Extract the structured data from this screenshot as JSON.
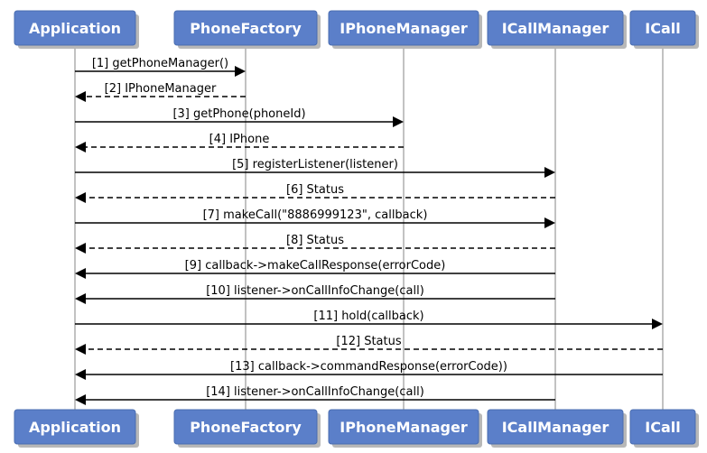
{
  "colors": {
    "box_fill": "#5b7fc9",
    "box_border": "#4a6db0",
    "shadow": "#b8b8b8",
    "lifeline": "#9a9a9a",
    "arrow": "#000000"
  },
  "participants": [
    {
      "id": "app",
      "label": "Application"
    },
    {
      "id": "factory",
      "label": "PhoneFactory"
    },
    {
      "id": "phonemgr",
      "label": "IPhoneManager"
    },
    {
      "id": "callmgr",
      "label": "ICallManager"
    },
    {
      "id": "icall",
      "label": "ICall"
    }
  ],
  "messages": [
    {
      "label": "[1] getPhoneManager()",
      "from": "app",
      "to": "factory",
      "style": "solid"
    },
    {
      "label": "[2] IPhoneManager",
      "from": "factory",
      "to": "app",
      "style": "dashed"
    },
    {
      "label": "[3] getPhone(phoneId)",
      "from": "app",
      "to": "phonemgr",
      "style": "solid"
    },
    {
      "label": "[4] IPhone",
      "from": "phonemgr",
      "to": "app",
      "style": "dashed"
    },
    {
      "label": "[5] registerListener(listener)",
      "from": "app",
      "to": "callmgr",
      "style": "solid"
    },
    {
      "label": "[6] Status",
      "from": "callmgr",
      "to": "app",
      "style": "dashed"
    },
    {
      "label": "[7] makeCall(\"8886999123\", callback)",
      "from": "app",
      "to": "callmgr",
      "style": "solid"
    },
    {
      "label": "[8] Status",
      "from": "callmgr",
      "to": "app",
      "style": "dashed"
    },
    {
      "label": "[9] callback->makeCallResponse(errorCode)",
      "from": "callmgr",
      "to": "app",
      "style": "solid"
    },
    {
      "label": "[10] listener->onCallInfoChange(call)",
      "from": "callmgr",
      "to": "app",
      "style": "solid"
    },
    {
      "label": "[11] hold(callback)",
      "from": "app",
      "to": "icall",
      "style": "solid"
    },
    {
      "label": "[12] Status",
      "from": "icall",
      "to": "app",
      "style": "dashed"
    },
    {
      "label": "[13] callback->commandResponse(errorCode))",
      "from": "icall",
      "to": "app",
      "style": "solid"
    },
    {
      "label": "[14] listener->onCallInfoChange(call)",
      "from": "callmgr",
      "to": "app",
      "style": "solid"
    }
  ]
}
